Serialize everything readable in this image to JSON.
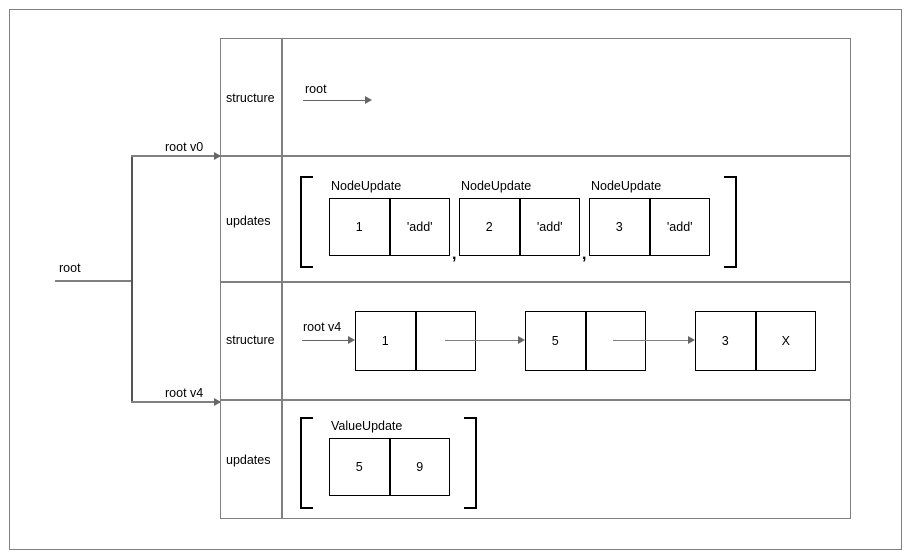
{
  "diagram": {
    "title": "persistent-structure-versions-diagram",
    "colors": {
      "frame": "#808080",
      "line": "#666666",
      "box": "#000000",
      "background": "#ffffff"
    },
    "root_edge": {
      "label": "root"
    },
    "branches": [
      {
        "label": "root v0"
      },
      {
        "label": "root v4"
      }
    ],
    "rows": [
      {
        "label": "structure"
      },
      {
        "label": "updates"
      },
      {
        "label": "structure"
      },
      {
        "label": "updates"
      }
    ],
    "v0_structure": {
      "pointer_label": "root"
    },
    "v0_updates": {
      "bracket_open": "[",
      "bracket_close": "]",
      "separator": ",",
      "records": [
        {
          "type": "NodeUpdate",
          "key": "1",
          "op": "'add'"
        },
        {
          "type": "NodeUpdate",
          "key": "2",
          "op": "'add'"
        },
        {
          "type": "NodeUpdate",
          "key": "3",
          "op": "'add'"
        }
      ]
    },
    "v4_structure": {
      "pointer_label": "root v4",
      "nodes": [
        {
          "value": "1",
          "next": ""
        },
        {
          "value": "5",
          "next": ""
        },
        {
          "value": "3",
          "next": "X"
        }
      ]
    },
    "v4_updates": {
      "bracket_open": "[",
      "bracket_close": "]",
      "records": [
        {
          "type": "ValueUpdate",
          "key": "5",
          "op": "9"
        }
      ]
    }
  }
}
